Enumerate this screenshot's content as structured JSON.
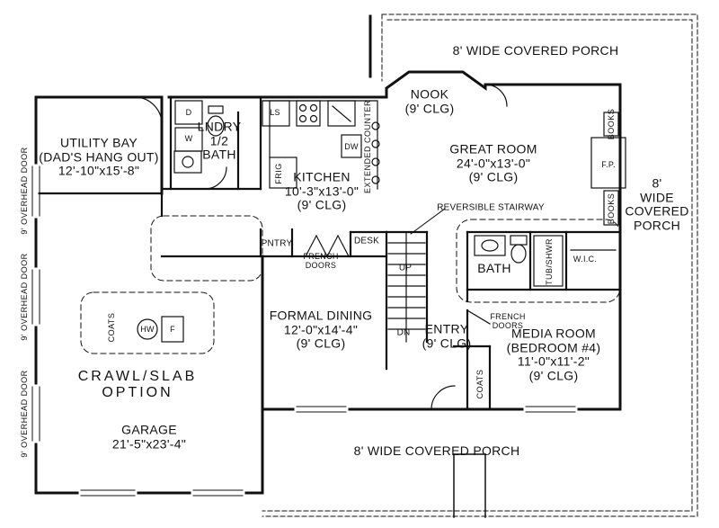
{
  "labels": {
    "porch_top": "8' WIDE COVERED PORCH",
    "porch_right": [
      "8'",
      "WIDE",
      "COVERED",
      "PORCH"
    ],
    "porch_bottom": "8' WIDE COVERED PORCH",
    "nook": [
      "NOOK",
      "(9' CLG)"
    ],
    "great_room": [
      "GREAT ROOM",
      "24'-0\"x13'-0\"",
      "(9' CLG)"
    ],
    "utility_bay": [
      "UTILITY BAY",
      "(DAD'S HANG OUT)",
      "12'-10\"x15'-8\""
    ],
    "laundry": [
      "LNDRY",
      "1/2",
      "BATH"
    ],
    "kitchen": [
      "KITCHEN",
      "10'-3\"x13'-0\"",
      "(9' CLG)"
    ],
    "formal_dining": [
      "FORMAL DINING",
      "12'-0\"x14'-4\"",
      "(9' CLG)"
    ],
    "entry": [
      "ENTRY",
      "(9' CLG)"
    ],
    "media_room": [
      "MEDIA ROOM",
      "(BEDROOM #4)",
      "11'-0\"x11'-2\"",
      "(9' CLG)"
    ],
    "bath": "BATH",
    "crawl_slab": [
      "CRAWL/SLAB",
      "OPTION"
    ],
    "garage": [
      "GARAGE",
      "21'-5\"x23'-4\""
    ],
    "reversible_stairway": "REVERSIBLE STAIRWAY",
    "pantry": "PNTRY",
    "french_doors_dining": [
      "FRENCH",
      "DOORS"
    ],
    "french_doors_media": [
      "FRENCH",
      "DOORS"
    ],
    "desk": "DESK",
    "up": "UP",
    "dn": "DN",
    "coats_entry": "COATS",
    "coats_garage": "COATS",
    "hw": "HW",
    "f": "F",
    "wic": "W.I.C.",
    "tub_shwr": "TUB/SHWR",
    "fireplace": "F.P.",
    "books_top": "BOOKS",
    "books_bottom": "BOOKS",
    "frig": "FRIG",
    "dw": "DW",
    "ls": "LS",
    "extended_counter": "EXTENDED COUNTER",
    "washer": "W",
    "dryer": "D",
    "overhead_door": "9' OVERHEAD DOOR"
  }
}
